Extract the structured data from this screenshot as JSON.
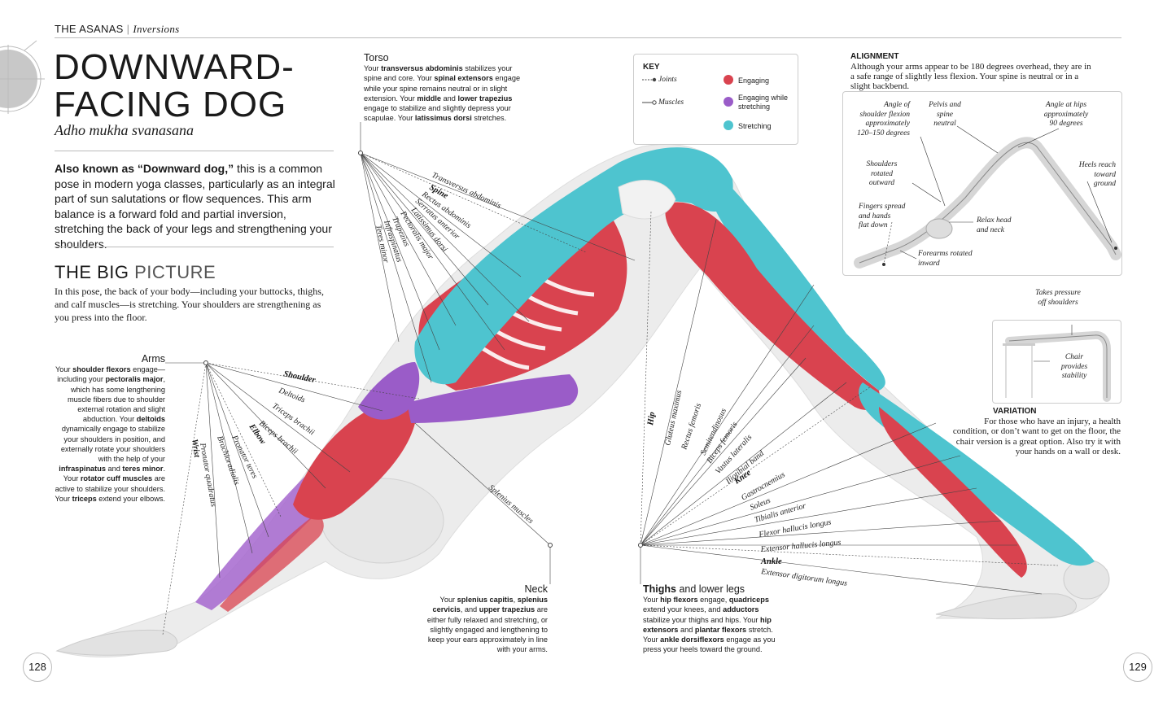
{
  "header": {
    "section": "THE ASANAS",
    "subsection": "Inversions"
  },
  "title": {
    "line1": "DOWNWARD-",
    "line2": "FACING DOG"
  },
  "sanskrit": "Adho mukha svanasana",
  "intro": {
    "lead": "Also known as “Downward dog,”",
    "rest": " this is a common pose in modern yoga classes, particularly as an integral part of sun salutations or flow sequences. This arm balance is a forward fold and partial inversion, stretching the back of your legs and strengthening your shoulders."
  },
  "big_picture": {
    "heading_bold": "THE BIG",
    "heading_light": " PICTURE",
    "text": "In this pose, the back of your body—including your buttocks, thighs, and calf muscles—is stretching. Your shoulders are strengthening as you press into the floor."
  },
  "arms": {
    "heading": "Arms",
    "t1": "Your ",
    "b1": "shoulder flexors",
    "t2": " engage—including your ",
    "b2": "pectoralis major",
    "t3": ", which has some lengthening muscle fibers due to shoulder external rotation and slight abduction. Your ",
    "b3": "deltoids",
    "t4": " dynamically engage to stabilize your shoulders in position, and externally rotate your shoulders with the help of your ",
    "b4": "infraspinatus",
    "t5": " and ",
    "b5": "teres minor",
    "t6": ". Your ",
    "b6": "rotator cuff muscles",
    "t7": " are active to stabilize your shoulders. Your ",
    "b7": "triceps",
    "t8": " extend your elbows."
  },
  "torso": {
    "heading": "Torso",
    "t1": "Your ",
    "b1": "transversus abdominis",
    "t2": " stabilizes your spine and core. Your ",
    "b2": "spinal extensors",
    "t3": " engage while your spine remains neutral or in slight extension. Your ",
    "b3": "middle",
    "t4": " and ",
    "b4": "lower trapezius",
    "t5": " engage to stabilize and slightly depress your scapulae. Your ",
    "b5": "latissimus dorsi",
    "t6": " stretches."
  },
  "neck": {
    "heading": "Neck",
    "t1": "Your ",
    "b1": "splenius capitis",
    "t2": ", ",
    "b2": "splenius cervicis",
    "t3": ", and ",
    "b3": "upper trapezius",
    "t4": " are either fully relaxed and stretching, or slightly engaged and lengthening to keep your ears approximately in line with your arms."
  },
  "legs": {
    "heading_bold": "Thighs",
    "heading_rest": " and lower legs",
    "t1": "Your ",
    "b1": "hip flexors",
    "t2": " engage, ",
    "b2": "quadriceps",
    "t3": " extend your knees, and ",
    "b3": "adductors",
    "t4": " stabilize your thighs and hips. Your ",
    "b4": "hip extensors",
    "t5": " and ",
    "b5": "plantar flexors",
    "t6": " stretch. Your ",
    "b6": "ankle dorsiflexors",
    "t7": " engage as you press your heels toward the ground."
  },
  "key": {
    "title": "KEY",
    "joints": "Joints",
    "muscles": "Muscles",
    "engaging": "Engaging",
    "engaging_stretching_1": "Engaging while",
    "engaging_stretching_2": "stretching",
    "stretching": "Stretching",
    "colors": {
      "engaging": "#d9434f",
      "engaging_stretching": "#9a5cc8",
      "stretching": "#4ec4cf"
    }
  },
  "alignment": {
    "heading": "ALIGNMENT",
    "text": "Although your arms appear to be 180 degrees overhead, they are in a safe range of slightly less flexion. Your spine is neutral or in a slight backbend.",
    "ann_shoulder_1": "Angle of",
    "ann_shoulder_2": "shoulder flexion",
    "ann_shoulder_3": "approximately",
    "ann_shoulder_4": "120–150 degrees",
    "ann_pelvis_1": "Pelvis and",
    "ann_pelvis_2": "spine",
    "ann_pelvis_3": "neutral",
    "ann_hips_1": "Angle at hips",
    "ann_hips_2": "approximately",
    "ann_hips_3": "90 degrees",
    "ann_rotated_1": "Shoulders",
    "ann_rotated_2": "rotated",
    "ann_rotated_3": "outward",
    "ann_heels_1": "Heels reach",
    "ann_heels_2": "toward",
    "ann_heels_3": "ground",
    "ann_fingers_1": "Fingers spread",
    "ann_fingers_2": "and hands",
    "ann_fingers_3": "flat down",
    "ann_head_1": "Relax head",
    "ann_head_2": "and neck",
    "ann_forearms_1": "Forearms rotated",
    "ann_forearms_2": "inward"
  },
  "variation": {
    "ann_pressure_1": "Takes pressure",
    "ann_pressure_2": "off shoulders",
    "ann_chair_1": "Chair",
    "ann_chair_2": "provides",
    "ann_chair_3": "stability",
    "heading": "VARIATION",
    "text": "For those who have an injury, a health condition, or don’t want to get on the floor, the chair version is a great option. Also try it with your hands on a wall or desk."
  },
  "labels": {
    "shoulder": "Shoulder",
    "deltoids": "Deltoids",
    "triceps": "Triceps brachii",
    "biceps": "Biceps brachii",
    "elbow": "Elbow",
    "pronator_teres": "Pronator teres",
    "brachioradialis": "Brachioradialis",
    "pronator_quadratus": "Pronator quadratus",
    "wrist": "Wrist",
    "splenius": "Splenius muscles",
    "transversus": "Transversus abdominis",
    "spine": "Spine",
    "rectus_abdominis": "Rectus abdominis",
    "serratus": "Serratus anterior",
    "latissimus": "Latissimus dorsi",
    "pectoralis": "Pectoralis major",
    "trapezius": "Trapezius",
    "infraspinatus": "Infraspinatus",
    "teres_minor": "Teres minor",
    "hip": "Hip",
    "gluteus": "Gluteus maximus",
    "rectus_femoris": "Rectus femoris",
    "semitendinosus": "Semitendinosus",
    "biceps_femoris": "Biceps femoris",
    "vastus": "Vastus lateralis",
    "iliotibial": "Iliotibial band",
    "knee": "Knee",
    "gastrocnemius": "Gastrocnemius",
    "soleus": "Soleus",
    "tibialis": "Tibialis anterior",
    "fhl": "Flexor hallucis longus",
    "ehl": "Extensor hallucis longus",
    "ankle": "Ankle",
    "edl": "Extensor digitorum longus"
  },
  "page_left": "128",
  "page_right": "129"
}
